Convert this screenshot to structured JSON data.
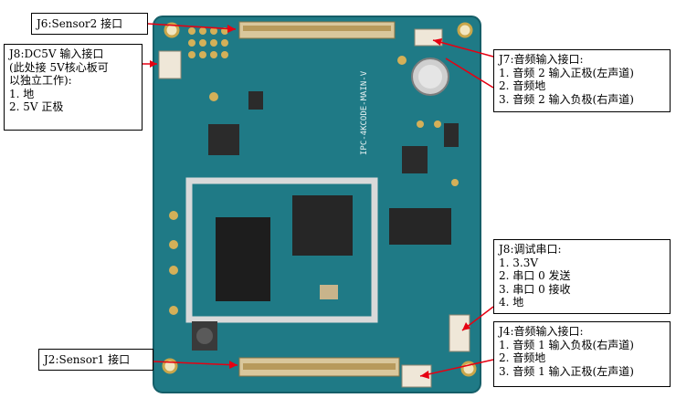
{
  "callouts": {
    "j6": {
      "title": "J6:Sensor2 接口"
    },
    "j8_dc": {
      "title": "J8:DC5V 输入接口",
      "lines": [
        "(此处接 5V核心板可",
        "以独立工作):",
        "1. 地",
        "2. 5V 正极"
      ]
    },
    "j7": {
      "title": "J7:音频输入接口:",
      "lines": [
        "1. 音频 2 输入正极(左声道)",
        "2. 音频地",
        "3. 音频 2 输入负极(右声道)"
      ]
    },
    "j8_debug": {
      "title": "J8:调试串口:",
      "lines": [
        "1. 3.3V",
        "2. 串口 0 发送",
        "3. 串口 0 接收",
        "4. 地"
      ]
    },
    "j4": {
      "title": "J4:音频输入接口:",
      "lines": [
        "1. 音频 1 输入负极(右声道)",
        "2. 音频地",
        "3. 音频 1 输入正极(左声道)"
      ]
    },
    "j2": {
      "title": "J2:Sensor1 接口"
    }
  },
  "board": {
    "silkscreen": "IPC-4KCODE-MAIN-V"
  },
  "colors": {
    "pcb": "#1f7a86",
    "pcb_dark": "#155e68",
    "arrow": "#e60012",
    "connector": "#e8dccb",
    "gold": "#d4b058"
  }
}
